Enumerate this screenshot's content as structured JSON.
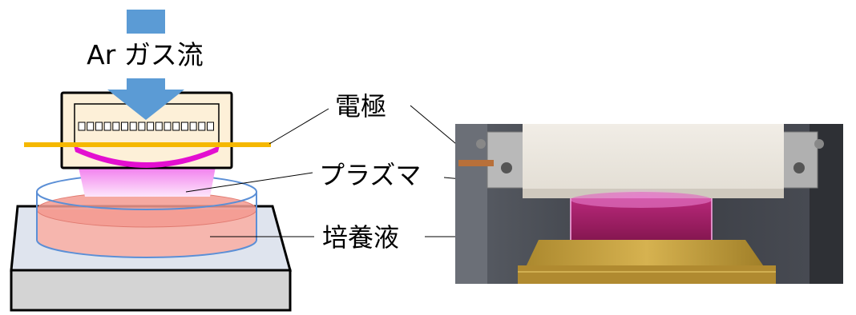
{
  "labels": {
    "gas_flow": "Ar ガス流",
    "electrode": "電極",
    "plasma": "プラズマ",
    "medium": "培養液"
  },
  "colors": {
    "gas_arrow": "#5b9bd5",
    "electrode_wire": "#f5b800",
    "housing_fill": "#fdf0d8",
    "plasma_top": "#e60fd0",
    "medium_fill": "#f7b3aa",
    "dish_edge": "#5b8fd6",
    "stage_top": "#dfe4ee",
    "stage_front": "#d5d5d5"
  },
  "electrode_array": {
    "cell_count": 16
  },
  "photo": {
    "subject": "photo-of-plasma-device"
  }
}
